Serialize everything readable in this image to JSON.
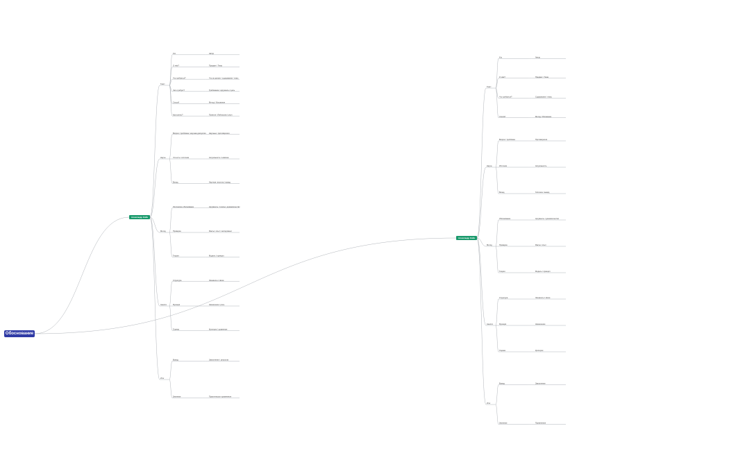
{
  "root": {
    "label": "Обоснование"
  },
  "maps": [
    {
      "title": "Александр Кийк",
      "branches": [
        {
          "label": "Текст",
          "children": [
            {
              "label": "Кто",
              "leaf": "Автор"
            },
            {
              "label": "О чём?",
              "leaf": "Предмет / Тема"
            },
            {
              "label": "Что требуется?",
              "leaf": "Что он делает / содержание / тезис"
            },
            {
              "label": "Чего требует?",
              "leaf": "Требование / аргументы / цель"
            },
            {
              "label": "Способ",
              "leaf": "Метод / Изложение"
            },
            {
              "label": "Как понять?",
              "leaf": "Понятие / Лейтмотив / ключ"
            }
          ]
        },
        {
          "label": "Научн.",
          "children": [
            {
              "label": "Вопрос / проблема / научная дискуссия",
              "leaf": "Научные / противоречия"
            },
            {
              "label": "Что есть / источник",
              "leaf": "Актуальность / новизна"
            },
            {
              "label": "Вклад",
              "leaf": "Научная гипотеза / вывод"
            }
          ]
        },
        {
          "label": "Метод",
          "children": [
            {
              "label": "Логическое обоснование",
              "leaf": "Аргументы / тезисы / доказательство"
            },
            {
              "label": "Проверка",
              "leaf": "Факты / опыт / эксперимент"
            },
            {
              "label": "Теория",
              "leaf": "Модель / принцип"
            }
          ]
        },
        {
          "label": "Анализ",
          "children": [
            {
              "label": "Структура",
              "leaf": "Элементы / связи"
            },
            {
              "label": "Функция",
              "leaf": "Назначение / роль"
            },
            {
              "label": "Оценка",
              "leaf": "Критерии / сравнение"
            }
          ]
        },
        {
          "label": "Итог",
          "children": [
            {
              "label": "Вывод",
              "leaf": "Заключение / результат"
            },
            {
              "label": "Значение",
              "leaf": "Практическое применение"
            }
          ]
        }
      ]
    },
    {
      "title": "Александр Кийк",
      "branches": [
        {
          "label": "Текст",
          "children": [
            {
              "label": "Кто",
              "leaf": "Автор"
            },
            {
              "label": "О чём?",
              "leaf": "Предмет / Тема"
            },
            {
              "label": "Что требуется?",
              "leaf": "Содержание / тезис"
            },
            {
              "label": "Способ",
              "leaf": "Метод / Изложение"
            }
          ]
        },
        {
          "label": "Научн.",
          "children": [
            {
              "label": "Вопрос / проблема",
              "leaf": "Противоречия"
            },
            {
              "label": "Источник",
              "leaf": "Актуальность"
            },
            {
              "label": "Вклад",
              "leaf": "Гипотеза / вывод"
            }
          ]
        },
        {
          "label": "Метод",
          "children": [
            {
              "label": "Обоснование",
              "leaf": "Аргументы / доказательство"
            },
            {
              "label": "Проверка",
              "leaf": "Факты / опыт"
            },
            {
              "label": "Теория",
              "leaf": "Модель / принцип"
            }
          ]
        },
        {
          "label": "Анализ",
          "children": [
            {
              "label": "Структура",
              "leaf": "Элементы / связи"
            },
            {
              "label": "Функция",
              "leaf": "Назначение"
            },
            {
              "label": "Оценка",
              "leaf": "Критерии"
            }
          ]
        },
        {
          "label": "Итог",
          "children": [
            {
              "label": "Вывод",
              "leaf": "Заключение"
            },
            {
              "label": "Значение",
              "leaf": "Применение"
            }
          ]
        }
      ]
    }
  ],
  "colors": {
    "root": "#2f3aa5",
    "main": "#1a9a6c",
    "line": "#9aa0a6",
    "text": "#3a3a3a"
  }
}
